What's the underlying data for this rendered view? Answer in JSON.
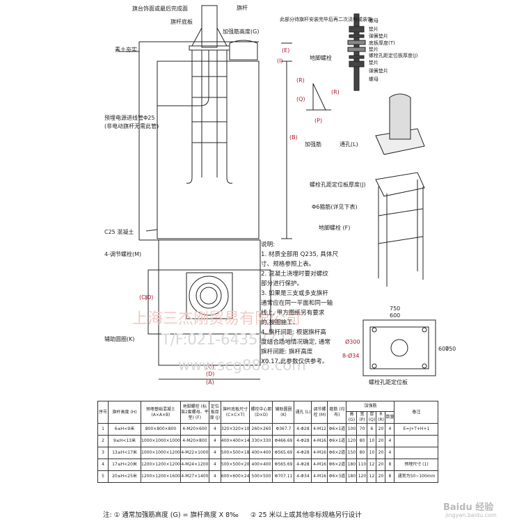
{
  "drawing": {
    "top_labels": {
      "finish_surface": "旗台饰面或最后完成面",
      "flagpole": "旗杆",
      "base_plate": "旗杆底板",
      "rib_height": "加强筋高度(G)",
      "secondary_pour": "此部分待旗杆安装完毕后再二次浇埋或装饰",
      "compacted_soil": "素土夯实",
      "conduit": "预埋电源进线管Φ25",
      "conduit_note": "(非电动旗杆无需此管)",
      "concrete": "C25 混凝土",
      "dim_I": "(I)",
      "dim_E": "(E)",
      "dim_B": "(B)"
    },
    "bolt_stack": {
      "nut1": "螺母",
      "washer1": "垫片",
      "spring_washer1": "弹簧垫片",
      "base_thickness": "底板厚度(T)",
      "spacer": "垫片",
      "plate_thickness": "螺栓孔距定位板厚度(J)",
      "washer2": "垫片",
      "spring_washer2": "弹簧垫片",
      "nut2": "螺母",
      "anchor_bolt": "地脚螺栓"
    },
    "rib": {
      "title": "加强筋",
      "R_top": "(R)",
      "R_side": "(R)",
      "Q": "(Q)",
      "P": "(P)"
    },
    "cage": {
      "through_hole": "通孔(L)",
      "plate_thickness": "螺栓孔距定位板厚度(J)",
      "hoop": "Φ6箍筋(详见下表)",
      "anchor_bolt": "地脚螺栓 (F)"
    },
    "plan": {
      "adjust_bolt": "4-调节螺栓(M)",
      "aux_ring": "辅助圆圈(K)",
      "dim_C": "(C)",
      "dim_D": "(D)",
      "dim_A": "(A)",
      "dim_D2": "(D)",
      "dim_C2": "(C)"
    },
    "positioning_plate": {
      "w750": "750",
      "w600": "600",
      "d300": "Ø300",
      "holes": "8-Ø34",
      "h600": "600",
      "h750": "750",
      "caption": "螺栓孔距定位板"
    },
    "watermark": {
      "company": "上海三杰刚贸易有限公司",
      "phone": "T/F:021-64353727",
      "site": "www.scg888.com"
    }
  },
  "notes": {
    "title": "说明:",
    "lines": [
      "1. 材质全部用 Q235, 具体尺",
      "寸、规格参照上表。",
      "2. 混凝土浇埋时要对螺纹",
      "部分进行保护。",
      "3. 如果是三支或多支旗杆",
      "通常应在同一平面和同一轴",
      "线上, 甲方图纸另有要求",
      "的,按图施工。",
      "4. 旗杆间距: 根据旗杆高",
      "度结合场地情况确定, 通常",
      "旗杆间距: 旗杆高度",
      "X0.17,此参数仅供参考。"
    ]
  },
  "table": {
    "headers": {
      "index": "序号",
      "height": "旗杆高度 (H)",
      "foundation": "预埋基础混凝土 (A×A×B)",
      "anchor": "地脚螺栓 (标准2套螺母、平垫) (F)",
      "plate_t": "定位板厚度 (J)",
      "base_plate": "旗杆底板尺寸 (C×C×T)",
      "bolt_dist": "螺栓中心距 (D×D)",
      "aux_ring": "辅助圆圈 (K)",
      "hole": "通孔 (L)",
      "adj_bolt": "调节螺栓 (M)",
      "hoop": "箍筋 (均布)",
      "rib_group": "加强筋",
      "rib_h": "高 (G)",
      "rib_w": "宽 (P)",
      "rib_t": "厚 (Q)",
      "rib_r": "R (R)",
      "rib_n": "数量",
      "remark": "备注"
    },
    "rows": [
      [
        "1",
        "6≤H<9米",
        "800×800×800",
        "4-M20×600",
        "4",
        "320×320×10",
        "260×260",
        "Φ367.7",
        "4-Φ28",
        "4-M12",
        "Φ6×1道",
        "100",
        "70",
        "6",
        "20",
        "4"
      ],
      [
        "2",
        "9≤H<13米",
        "1000×1000×1000",
        "4-M20×800",
        "4",
        "400×400×14",
        "330×330",
        "Φ466.69",
        "4-Φ28",
        "4-M16",
        "Φ6×1道",
        "120",
        "80",
        "10",
        "20",
        "4"
      ],
      [
        "3",
        "13≤H<17米",
        "1000×1000×1200",
        "4-M22×1000",
        "4",
        "500×500×18",
        "400×400",
        "Φ565.69",
        "4-Φ28",
        "4-M16",
        "Φ6×2道",
        "150",
        "80",
        "10",
        "20",
        "4"
      ],
      [
        "4",
        "17≤H<20米",
        "1200×1200×1200",
        "4-M24×1200",
        "4",
        "500×500×20",
        "400×400",
        "Φ565.69",
        "4-Φ28",
        "4-M16",
        "Φ6×2道",
        "180",
        "110",
        "12",
        "20",
        "8"
      ],
      [
        "5",
        "20≤H<25米",
        "1200×1200×1600",
        "4-M27×1400",
        "4",
        "600×600×24",
        "500×500",
        "Φ707.11",
        "4-Φ34",
        "4-M16",
        "Φ6×3道",
        "180",
        "120",
        "12",
        "20",
        "8"
      ]
    ],
    "remark_formula": "E=J+T+H+1",
    "remark_note": "预埋尺寸 (1)",
    "remark_note2": "通常为50~100mm"
  },
  "footnote": {
    "note1": "注: ① 通常加强筋高度 (G) = 旗杆高度 X 8‰",
    "note2": "② 25 米以上或其他非标规格另行设计"
  },
  "logo": {
    "brand": "Baidu 经验",
    "url": "jingyan.baidu.com"
  }
}
